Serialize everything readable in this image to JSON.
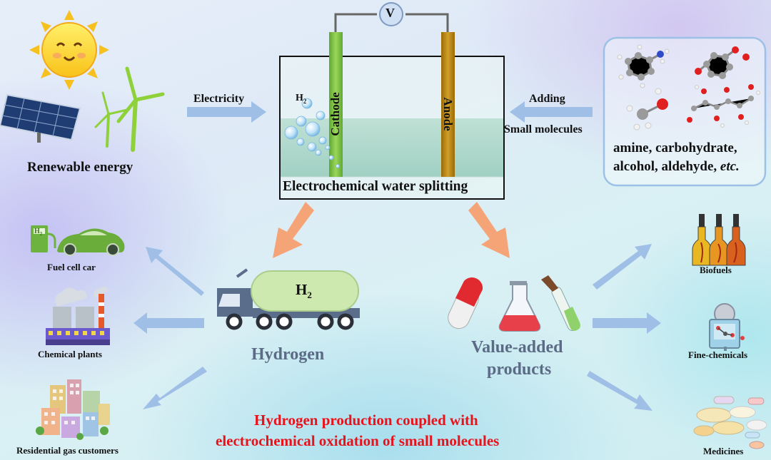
{
  "renewable": {
    "label": "Renewable energy"
  },
  "electricity": {
    "label": "Electricity"
  },
  "cell": {
    "voltmeter": "V",
    "cathode": "Cathode",
    "anode": "Anode",
    "h2_sub_main": "H",
    "h2_sub_digit": "2",
    "caption": "Electrochemical water splitting"
  },
  "adding": {
    "line1": "Adding",
    "line2": "Small molecules"
  },
  "molecules": {
    "line1": "amine, carbohydrate,",
    "line2_plain": "alcohol, aldehyde, ",
    "line2_italic": "etc."
  },
  "hydrogen": {
    "tank_main": "H",
    "tank_digit": "2",
    "label": "Hydrogen"
  },
  "value_added": {
    "line1": "Value-added",
    "line2": "products"
  },
  "uses_left": [
    "Fuel cell car",
    "Chemical plants",
    "Residential gas customers"
  ],
  "uses_right": [
    "Biofuels",
    "Fine-chemicals",
    "Medicines"
  ],
  "car_badge": {
    "main": "H",
    "digit": "2"
  },
  "title": {
    "line1": "Hydrogen production coupled with",
    "line2": "electrochemical oxidation of small molecules",
    "color": "#e8121b"
  },
  "colors": {
    "arrow_blue": "#9fbfe6",
    "arrow_orange": "#f5a477",
    "cathode": "#7dc142",
    "anode": "#b8860b",
    "electrolyte": "#9fd0c2",
    "tank": "#cde9b0",
    "truck": "#5a6d8a"
  }
}
